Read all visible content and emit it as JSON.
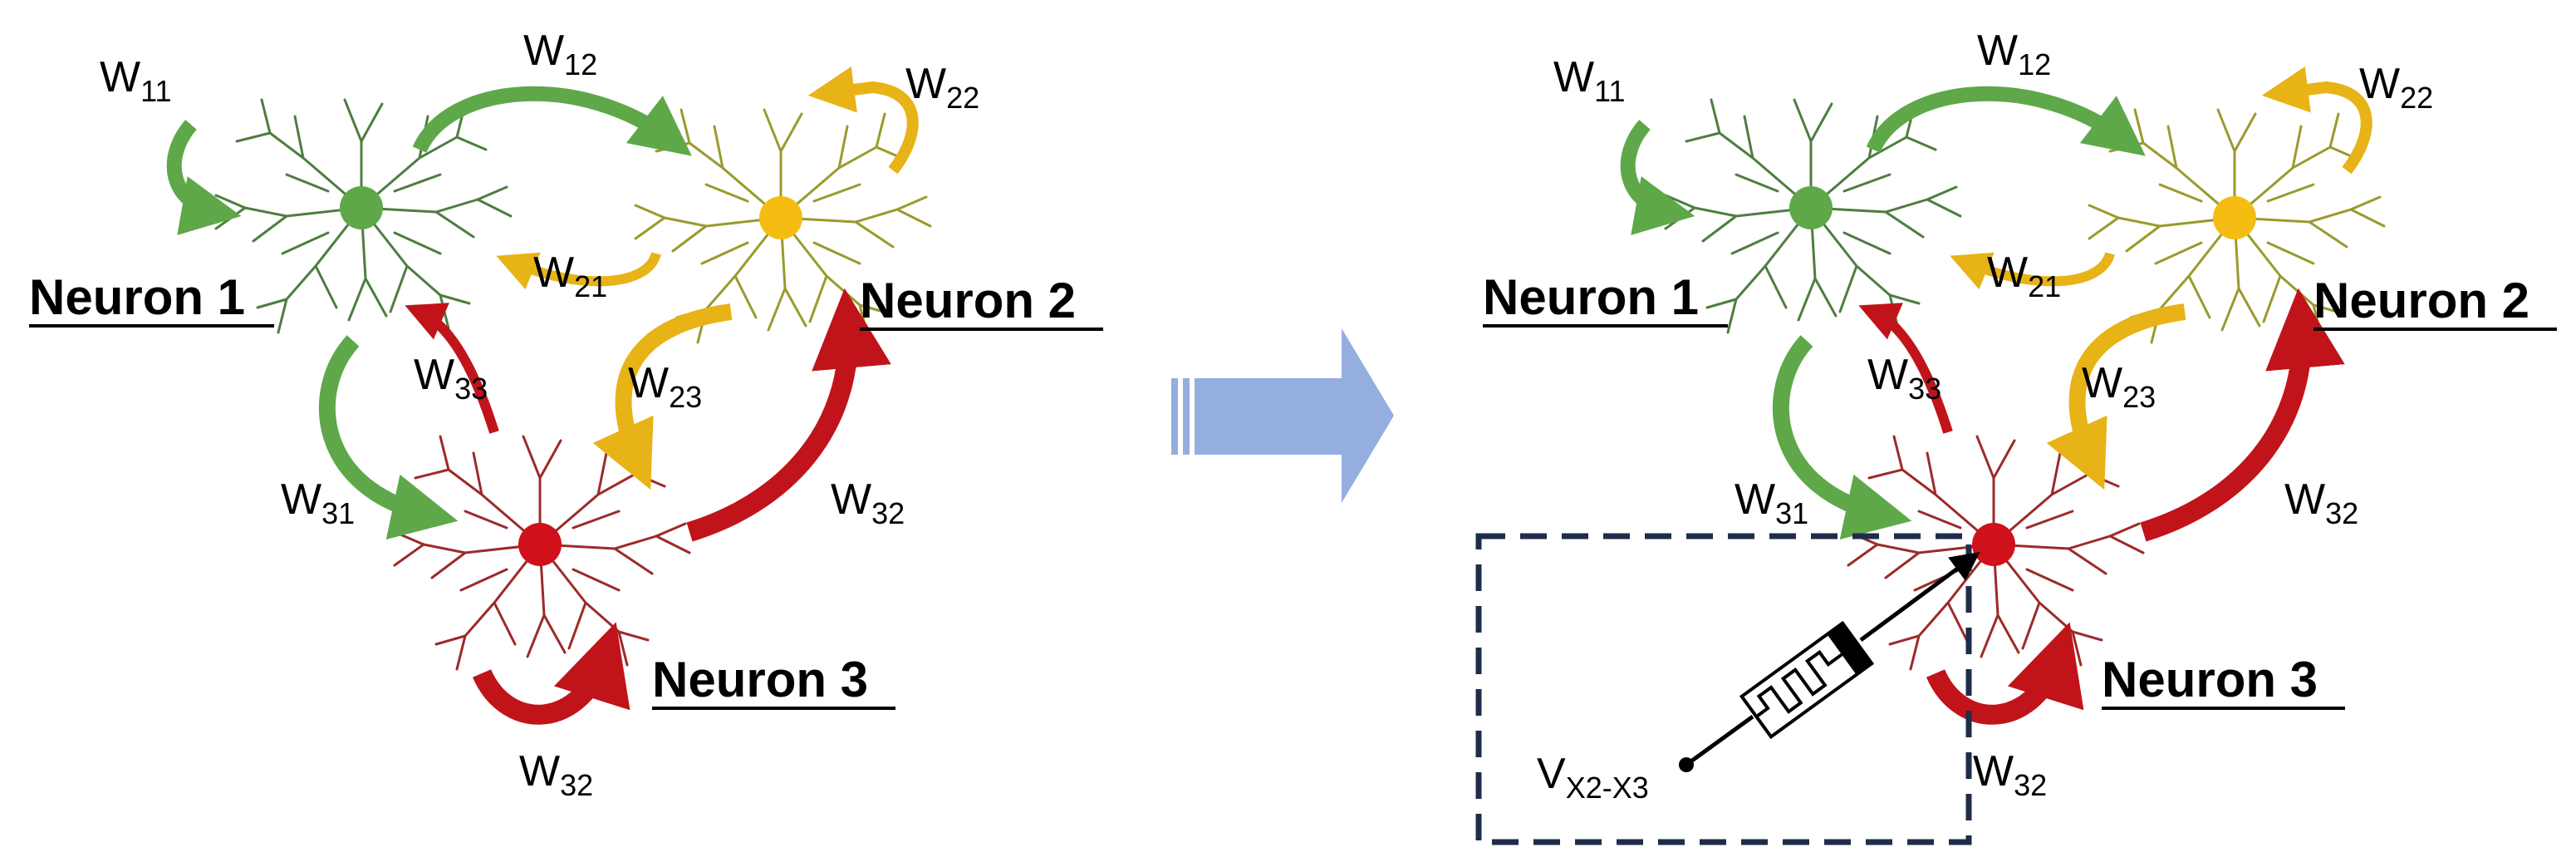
{
  "colors": {
    "neuron1": "#5ea84a",
    "neuron2": "#e8b317",
    "neuron3": "#c0141a",
    "neuron1_dendrite": "#4e7d41",
    "neuron2_dendrite": "#9a9a2e",
    "neuron3_dendrite": "#9c2a2a",
    "transition_arrow": "#94aee0",
    "dashed_box": "#1f2d4a"
  },
  "left": {
    "neurons": [
      {
        "id": "n1",
        "label": "Neuron 1"
      },
      {
        "id": "n2",
        "label": "Neuron 2"
      },
      {
        "id": "n3",
        "label": "Neuron 3"
      }
    ],
    "weights": {
      "w11": {
        "base": "W",
        "sub": "11"
      },
      "w12": {
        "base": "W",
        "sub": "12"
      },
      "w22": {
        "base": "W",
        "sub": "22"
      },
      "w21": {
        "base": "W",
        "sub": "21"
      },
      "w33": {
        "base": "W",
        "sub": "33"
      },
      "w23": {
        "base": "W",
        "sub": "23"
      },
      "w31": {
        "base": "W",
        "sub": "31"
      },
      "w32a": {
        "base": "W",
        "sub": "32"
      },
      "w32b": {
        "base": "W",
        "sub": "32"
      }
    }
  },
  "right": {
    "neurons": [
      {
        "id": "n1",
        "label": "Neuron 1"
      },
      {
        "id": "n2",
        "label": "Neuron 2"
      },
      {
        "id": "n3",
        "label": "Neuron 3"
      }
    ],
    "weights": {
      "w11": {
        "base": "W",
        "sub": "11"
      },
      "w12": {
        "base": "W",
        "sub": "12"
      },
      "w22": {
        "base": "W",
        "sub": "22"
      },
      "w21": {
        "base": "W",
        "sub": "21"
      },
      "w33": {
        "base": "W",
        "sub": "33"
      },
      "w23": {
        "base": "W",
        "sub": "23"
      },
      "w31": {
        "base": "W",
        "sub": "31"
      },
      "w32a": {
        "base": "W",
        "sub": "32"
      },
      "w32b": {
        "base": "W",
        "sub": "32"
      }
    },
    "voltage": {
      "base": "V",
      "sub": "X2-X3"
    }
  }
}
